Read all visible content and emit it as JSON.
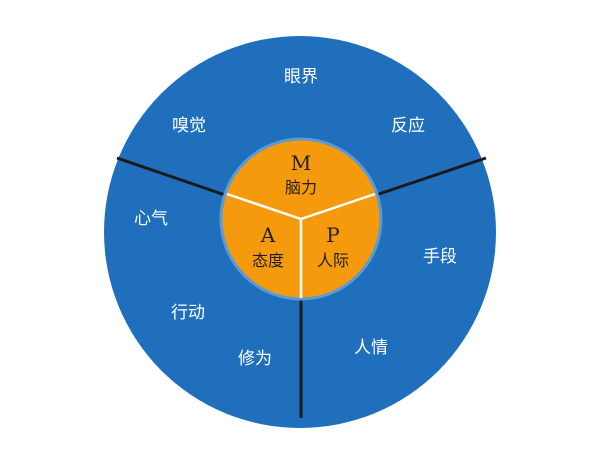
{
  "colors": {
    "outer_ring": "#1f6fbd",
    "inner_core": "#f59a0c",
    "core_border": "#5b9bd5",
    "ring_divider": "#1a1a1a",
    "core_divider": "#ffffff",
    "outer_text": "#ffffff",
    "inner_text": "#1f1f1f"
  },
  "outer_labels": {
    "yanjie": "眼界",
    "xiujue": "嗅觉",
    "fanying": "反应",
    "xinqi": "心气",
    "shouduan": "手段",
    "xingdong": "行动",
    "renqing": "人情",
    "xiuwei": "修为"
  },
  "core": {
    "m": {
      "letter": "M",
      "word": "脑力"
    },
    "a": {
      "letter": "A",
      "word": "态度"
    },
    "p": {
      "letter": "P",
      "word": "人际"
    }
  }
}
